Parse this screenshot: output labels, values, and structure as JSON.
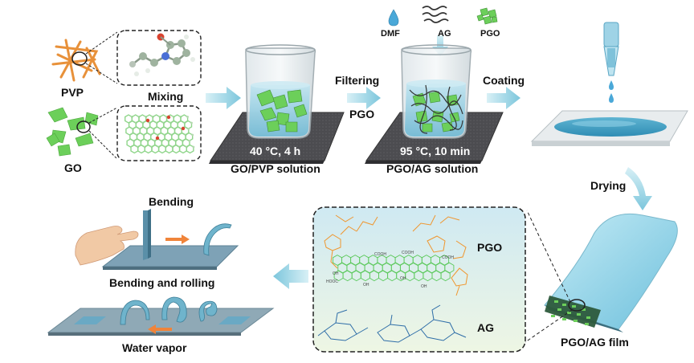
{
  "labels": {
    "pvp": "PVP",
    "go": "GO",
    "mixing": "Mixing",
    "filtering": "Filtering",
    "pgo_arrow": "PGO",
    "coating": "Coating",
    "dmf": "DMF",
    "ag_top": "AG",
    "pgo_top": "PGO",
    "beaker1_cond": "40 °C, 4 h",
    "beaker1_caption": "GO/PVP solution",
    "beaker2_cond": "95 °C, 10 min",
    "beaker2_caption": "PGO/AG solution",
    "drying": "Drying",
    "film": "PGO/AG film",
    "pgo_struct": "PGO",
    "ag_struct": "AG",
    "bending": "Bending",
    "bending_rolling": "Bending and rolling",
    "water_vapor": "Water vapor"
  },
  "colors": {
    "arrow": "#8ccfe0",
    "liquid": "#7ec3dc",
    "go_green": "#6ccf5a",
    "pvp_orange": "#e8913a",
    "plate": "#4a4a4e",
    "film": "#9fd8ea",
    "chem_orange": "#f0962e",
    "chem_green": "#5cc95c",
    "chem_blue": "#2f6ea8"
  }
}
